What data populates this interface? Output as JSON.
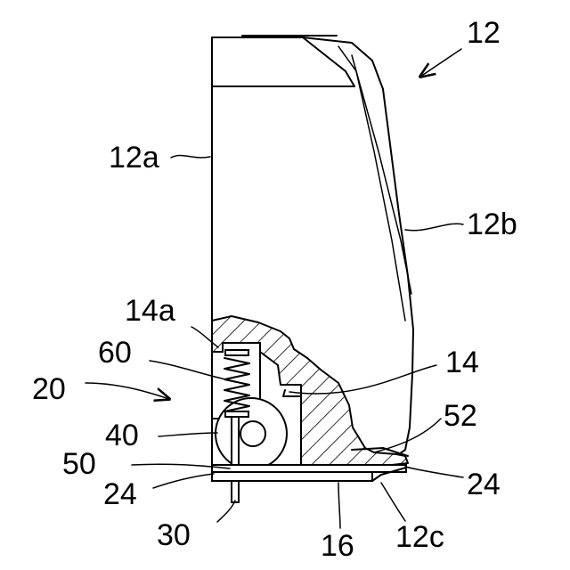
{
  "labels": {
    "part_12": "12",
    "part_12a": "12a",
    "part_12b": "12b",
    "part_12c": "12c",
    "part_14": "14",
    "part_14a": "14a",
    "part_16": "16",
    "part_20": "20",
    "part_24_left": "24",
    "part_24_right": "24",
    "part_30": "30",
    "part_40": "40",
    "part_50": "50",
    "part_52": "52",
    "part_60": "60"
  }
}
